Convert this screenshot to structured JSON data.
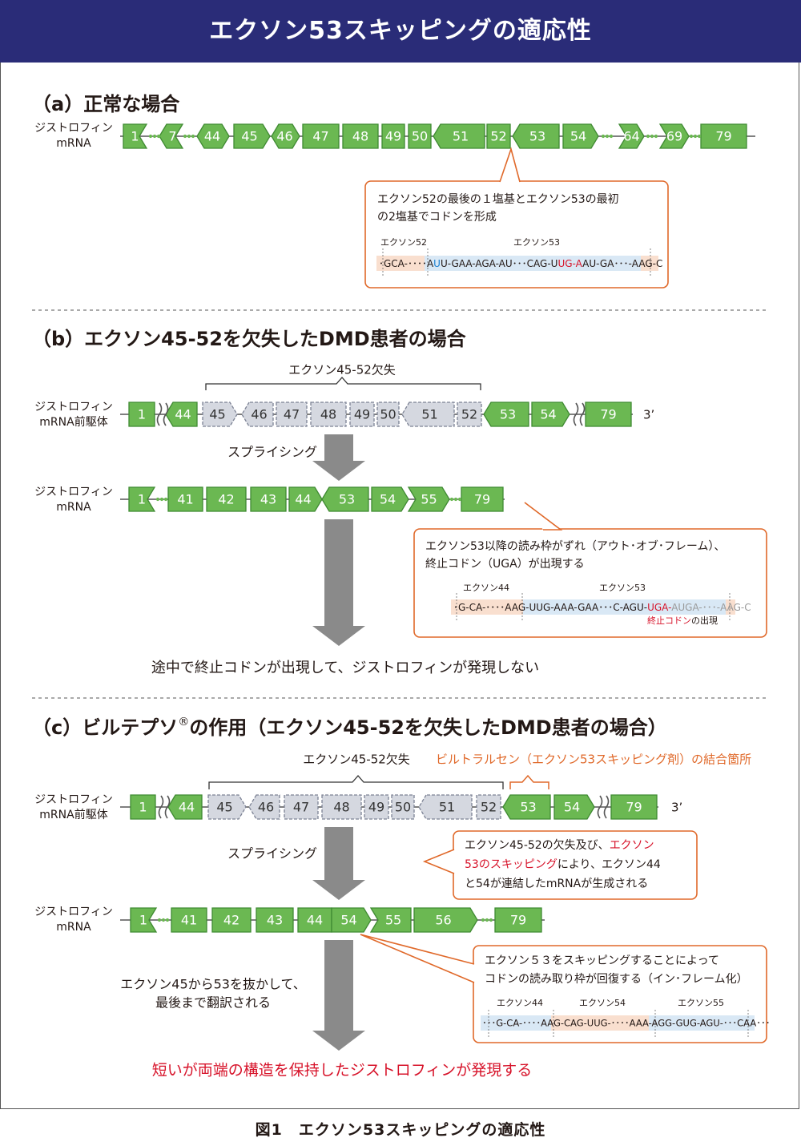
{
  "title": "エクソン53スキッピングの適応性",
  "caption": "図1　エクソン53スキッピングの適応性",
  "colors": {
    "banner": "#2a2c78",
    "exon_green": "#6bb852",
    "exon_border": "#3f8a32",
    "deleted_gray": "#d5d8e0",
    "callout_orange": "#e0692a",
    "highlight_red": "#d7132a",
    "codon_peach": "#f9dfcf",
    "codon_blue": "#d9e8f5",
    "arrow_gray": "#8a8a8a"
  },
  "labels": {
    "mrna": [
      "ジストロフィン",
      "mRNA"
    ],
    "pre_mrna": [
      "ジストロフィン",
      "mRNA前駆体"
    ],
    "three_prime": "3’",
    "dots": "•••"
  },
  "section_a": {
    "heading": "（a）正常な場合",
    "exons": [
      "1",
      "7",
      "44",
      "45",
      "46",
      "47",
      "48",
      "49",
      "50",
      "51",
      "52",
      "53",
      "54",
      "64",
      "69",
      "79"
    ],
    "callout": [
      "エクソン52の最後の１塩基とエクソン53の最初",
      "の2塩基でコドンを形成"
    ],
    "seq_labels": [
      "エクソン52",
      "エクソン53"
    ],
    "seq_parts": [
      "･GCA-････A",
      "U",
      "U-GAA-AGA-AU･･･CAG-U",
      "UG-A",
      "AU-GA･･･-AAG-C"
    ]
  },
  "section_b": {
    "heading": "（b）エクソン45-52を欠失したDMD患者の場合",
    "bracket_label": "エクソン45-52欠失",
    "pre_exons": [
      "1",
      "44",
      "45",
      "46",
      "47",
      "48",
      "49",
      "50",
      "51",
      "52",
      "53",
      "54",
      "79"
    ],
    "splicing": "スプライシング",
    "mrna_exons": [
      "1",
      "41",
      "42",
      "43",
      "44",
      "53",
      "54",
      "55",
      "79"
    ],
    "callout": [
      "エクソン53以降の読み枠がずれ（アウト･オブ･フレーム）、",
      "終止コドン（UGA）が出現する"
    ],
    "seq_labels": [
      "エクソン44",
      "エクソン53"
    ],
    "seq_parts": [
      "･G-CA-････AAG-UUG-AAA-GAA･･･C-AGU-",
      "UGA-",
      "AUGA-･･･-AAG-C"
    ],
    "stop_note": [
      "終止コドン",
      "の出現"
    ],
    "result": "途中で終止コドンが出現して、ジストロフィンが発現しない"
  },
  "section_c": {
    "heading_main": "（c）ビルテプソ",
    "heading_sup": "®",
    "heading_rest": "の作用（エクソン45-52を欠失したDMD患者の場合）",
    "bracket_label": "エクソン45-52欠失",
    "binding_label": "ビルトラルセン（エクソン53スキッピング剤）の結合箇所",
    "pre_exons": [
      "1",
      "44",
      "45",
      "46",
      "47",
      "48",
      "49",
      "50",
      "51",
      "52",
      "53",
      "54",
      "79"
    ],
    "splicing": "スプライシング",
    "callout1": [
      "エクソン45-52の欠失及び、",
      "エクソン",
      "53のスキッピング",
      "により、エクソン44",
      "と54が連結したmRNAが生成される"
    ],
    "mrna_exons": [
      "1",
      "41",
      "42",
      "43",
      "44",
      "54",
      "55",
      "56",
      "79"
    ],
    "translate": [
      "エクソン45から53を抜かして、",
      "最後まで翻訳される"
    ],
    "callout2": [
      "エクソン５３をスキッピングすることによって",
      "コドンの読み取り枠が回復する（イン･フレーム化）"
    ],
    "seq_labels": [
      "エクソン44",
      "エクソン54",
      "エクソン55"
    ],
    "seq": "･･･G-CA-････AAG-CAG-UUG-････AAA-AGG-GUG-AGU-･･･CAA･･･",
    "result": "短いが両端の構造を保持したジストロフィンが発現する"
  }
}
